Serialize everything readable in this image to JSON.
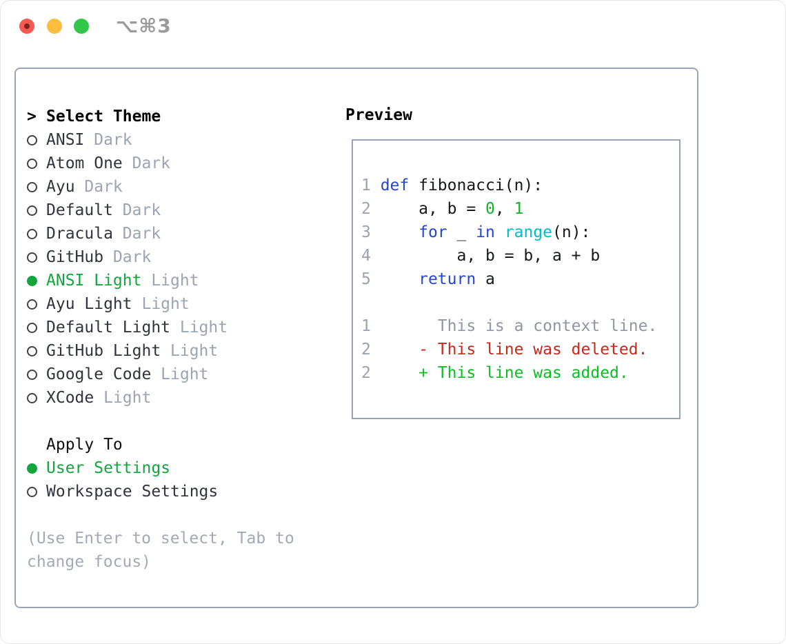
{
  "window": {
    "title": "⌥⌘3",
    "traffic_lights": [
      "close",
      "minimize",
      "zoom"
    ]
  },
  "theme_picker": {
    "title_prefix": ">",
    "title": "Select Theme",
    "themes": [
      {
        "name": "ANSI",
        "variant": "Dark",
        "selected": false
      },
      {
        "name": "Atom One",
        "variant": "Dark",
        "selected": false
      },
      {
        "name": "Ayu",
        "variant": "Dark",
        "selected": false
      },
      {
        "name": "Default",
        "variant": "Dark",
        "selected": false
      },
      {
        "name": "Dracula",
        "variant": "Dark",
        "selected": false
      },
      {
        "name": "GitHub",
        "variant": "Dark",
        "selected": false
      },
      {
        "name": "ANSI Light",
        "variant": "Light",
        "selected": true
      },
      {
        "name": "Ayu Light",
        "variant": "Light",
        "selected": false
      },
      {
        "name": "Default Light",
        "variant": "Light",
        "selected": false
      },
      {
        "name": "GitHub Light",
        "variant": "Light",
        "selected": false
      },
      {
        "name": "Google Code",
        "variant": "Light",
        "selected": false
      },
      {
        "name": "XCode",
        "variant": "Light",
        "selected": false
      }
    ],
    "apply_to": {
      "title": "Apply To",
      "options": [
        {
          "label": "User Settings",
          "selected": true
        },
        {
          "label": "Workspace Settings",
          "selected": false
        }
      ]
    },
    "hint": "(Use Enter to select, Tab to change focus)"
  },
  "preview": {
    "title": "Preview",
    "lines": [
      {
        "num": "1",
        "segments": [
          {
            "text": "def",
            "style": "keyword"
          },
          {
            "text": " fibonacci(n):",
            "style": "fg"
          }
        ]
      },
      {
        "num": "2",
        "segments": [
          {
            "text": "    a, b = ",
            "style": "fg"
          },
          {
            "text": "0",
            "style": "number"
          },
          {
            "text": ", ",
            "style": "fg"
          },
          {
            "text": "1",
            "style": "number"
          }
        ]
      },
      {
        "num": "3",
        "segments": [
          {
            "text": "    ",
            "style": "fg"
          },
          {
            "text": "for",
            "style": "keyword"
          },
          {
            "text": " _ ",
            "style": "fg"
          },
          {
            "text": "in",
            "style": "keyword"
          },
          {
            "text": " ",
            "style": "fg"
          },
          {
            "text": "range",
            "style": "builtin"
          },
          {
            "text": "(n):",
            "style": "fg"
          }
        ]
      },
      {
        "num": "4",
        "segments": [
          {
            "text": "        a, b = b, a + b",
            "style": "fg"
          }
        ]
      },
      {
        "num": "5",
        "segments": [
          {
            "text": "    ",
            "style": "fg"
          },
          {
            "text": "return",
            "style": "keyword"
          },
          {
            "text": " a",
            "style": "fg"
          }
        ]
      },
      {
        "blank": true
      },
      {
        "num": "1",
        "segments": [
          {
            "text": "      ",
            "style": "fg"
          },
          {
            "text": "This is a context line.",
            "style": "context"
          }
        ]
      },
      {
        "num": "2",
        "segments": [
          {
            "text": "    ",
            "style": "fg"
          },
          {
            "text": "- This line was deleted.",
            "style": "deleted"
          }
        ]
      },
      {
        "num": "2",
        "segments": [
          {
            "text": "    ",
            "style": "fg"
          },
          {
            "text": "+ This line was added.",
            "style": "added"
          }
        ]
      }
    ]
  },
  "colors": {
    "keyword": "#2546cf",
    "builtin": "#00bcca",
    "number": "#13b02c",
    "deleted": "#c6291a",
    "added": "#0cbd24",
    "context": "#8f97a2",
    "lineno": "#9aa3b0",
    "code_default": "#15181e",
    "selected_green": "#12a63e",
    "text": "#2f343d",
    "muted": "#9ba4b2",
    "border": "#9ba4b1",
    "hint": "#a2aab6",
    "title": "#9a9a9a",
    "traffic_red": "#f15b51",
    "traffic_red_dot": "#87201b",
    "traffic_yellow": "#fbbd3f",
    "traffic_green": "#32c749"
  }
}
